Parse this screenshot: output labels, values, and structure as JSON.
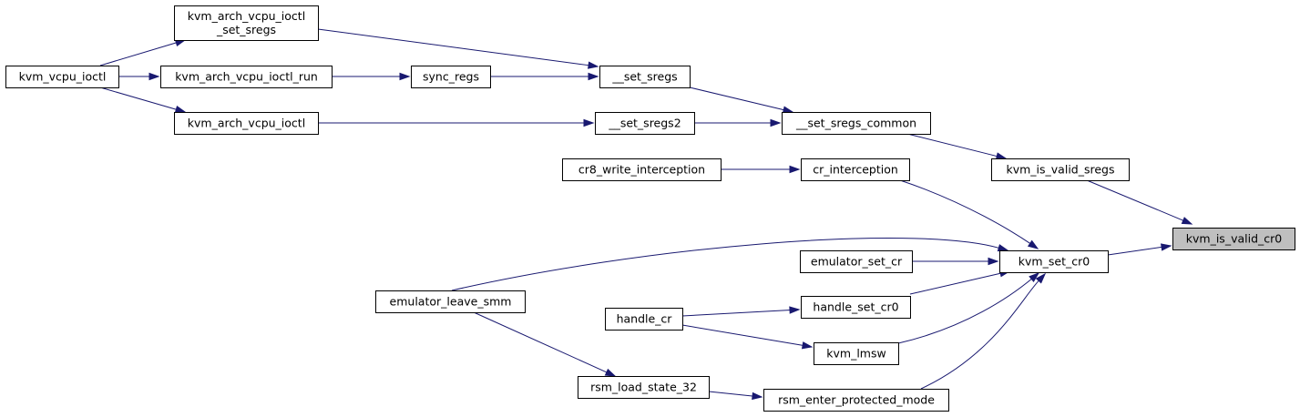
{
  "graph": {
    "nodes": [
      {
        "id": "kvm_is_valid_cr0",
        "label": [
          "kvm_is_valid_cr0"
        ],
        "focus": true
      },
      {
        "id": "kvm_is_valid_sregs",
        "label": [
          "kvm_is_valid_sregs"
        ]
      },
      {
        "id": "kvm_set_cr0",
        "label": [
          "kvm_set_cr0"
        ]
      },
      {
        "id": "__set_sregs_common",
        "label": [
          "__set_sregs_common"
        ]
      },
      {
        "id": "__set_sregs",
        "label": [
          "__set_sregs"
        ]
      },
      {
        "id": "__set_sregs2",
        "label": [
          "__set_sregs2"
        ]
      },
      {
        "id": "kvm_arch_vcpu_ioctl_set_sregs",
        "label": [
          "kvm_arch_vcpu_ioctl",
          "_set_sregs"
        ]
      },
      {
        "id": "sync_regs",
        "label": [
          "sync_regs"
        ]
      },
      {
        "id": "kvm_arch_vcpu_ioctl_run",
        "label": [
          "kvm_arch_vcpu_ioctl_run"
        ]
      },
      {
        "id": "kvm_arch_vcpu_ioctl",
        "label": [
          "kvm_arch_vcpu_ioctl"
        ]
      },
      {
        "id": "kvm_vcpu_ioctl",
        "label": [
          "kvm_vcpu_ioctl"
        ]
      },
      {
        "id": "cr_interception",
        "label": [
          "cr_interception"
        ]
      },
      {
        "id": "cr8_write_interception",
        "label": [
          "cr8_write_interception"
        ]
      },
      {
        "id": "emulator_set_cr",
        "label": [
          "emulator_set_cr"
        ]
      },
      {
        "id": "emulator_leave_smm",
        "label": [
          "emulator_leave_smm"
        ]
      },
      {
        "id": "handle_set_cr0",
        "label": [
          "handle_set_cr0"
        ]
      },
      {
        "id": "handle_cr",
        "label": [
          "handle_cr"
        ]
      },
      {
        "id": "kvm_lmsw",
        "label": [
          "kvm_lmsw"
        ]
      },
      {
        "id": "rsm_enter_protected_mode",
        "label": [
          "rsm_enter_protected_mode"
        ]
      },
      {
        "id": "rsm_load_state_32",
        "label": [
          "rsm_load_state_32"
        ]
      }
    ],
    "edges": [
      {
        "from": "kvm_is_valid_sregs",
        "to": "kvm_is_valid_cr0"
      },
      {
        "from": "kvm_set_cr0",
        "to": "kvm_is_valid_cr0"
      },
      {
        "from": "__set_sregs_common",
        "to": "kvm_is_valid_sregs"
      },
      {
        "from": "__set_sregs",
        "to": "__set_sregs_common"
      },
      {
        "from": "__set_sregs2",
        "to": "__set_sregs_common"
      },
      {
        "from": "kvm_arch_vcpu_ioctl_set_sregs",
        "to": "__set_sregs"
      },
      {
        "from": "sync_regs",
        "to": "__set_sregs"
      },
      {
        "from": "kvm_arch_vcpu_ioctl",
        "to": "__set_sregs2"
      },
      {
        "from": "kvm_arch_vcpu_ioctl_run",
        "to": "sync_regs"
      },
      {
        "from": "kvm_vcpu_ioctl",
        "to": "kvm_arch_vcpu_ioctl_set_sregs"
      },
      {
        "from": "kvm_vcpu_ioctl",
        "to": "kvm_arch_vcpu_ioctl_run"
      },
      {
        "from": "kvm_vcpu_ioctl",
        "to": "kvm_arch_vcpu_ioctl"
      },
      {
        "from": "cr_interception",
        "to": "kvm_set_cr0"
      },
      {
        "from": "cr8_write_interception",
        "to": "cr_interception"
      },
      {
        "from": "emulator_leave_smm",
        "to": "kvm_set_cr0"
      },
      {
        "from": "emulator_set_cr",
        "to": "kvm_set_cr0"
      },
      {
        "from": "handle_set_cr0",
        "to": "kvm_set_cr0"
      },
      {
        "from": "kvm_lmsw",
        "to": "kvm_set_cr0"
      },
      {
        "from": "rsm_enter_protected_mode",
        "to": "kvm_set_cr0"
      },
      {
        "from": "handle_cr",
        "to": "handle_set_cr0"
      },
      {
        "from": "handle_cr",
        "to": "kvm_lmsw"
      },
      {
        "from": "rsm_load_state_32",
        "to": "rsm_enter_protected_mode"
      },
      {
        "from": "emulator_leave_smm",
        "to": "rsm_load_state_32"
      }
    ]
  },
  "colors": {
    "edge": "#191970",
    "node_border": "#000000",
    "node_fill": "#ffffff",
    "focus_fill": "#bfbfbf"
  }
}
